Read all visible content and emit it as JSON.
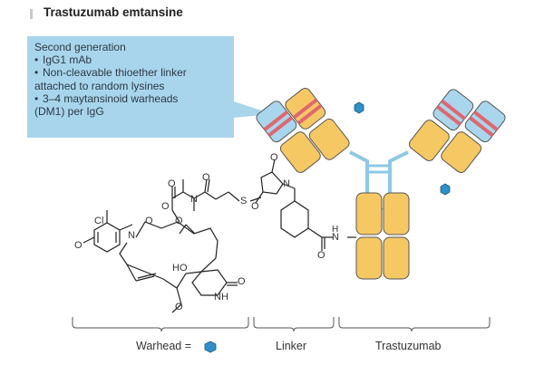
{
  "title": "Trastuzumab emtansine",
  "callout": {
    "heading": "Second generation",
    "bullets": [
      {
        "line1": "IgG1 mAb",
        "line2": ""
      },
      {
        "line1": "Non-cleavable thioether linker",
        "line2": "attached to random lysines"
      },
      {
        "line1": "3–4 maytansinoid warheads",
        "line2": "(DM1) per IgG"
      }
    ]
  },
  "bottom_labels": {
    "warhead": "Warhead =",
    "linker": "Linker",
    "trastuzumab": "Trastuzumab"
  },
  "atoms": {
    "cl": "Cl",
    "n1": "N",
    "o1": "O",
    "o2": "O",
    "o3": "O",
    "o4": "O",
    "o5": "O",
    "o6": "O",
    "o7": "O",
    "o8": "O",
    "o9": "O",
    "o10": "O",
    "n2": "N",
    "n3": "N",
    "s": "S",
    "nh1": "NH",
    "nh2": "N",
    "ho": "HO",
    "h": "H",
    "o_dm": "O"
  },
  "colors": {
    "callout_bg": "#a8d5ec",
    "heavy_chain": "#f6c863",
    "light_chain": "#a9d6ec",
    "cdr_stripe": "#e0666f",
    "warhead": "#2f8fc7"
  }
}
